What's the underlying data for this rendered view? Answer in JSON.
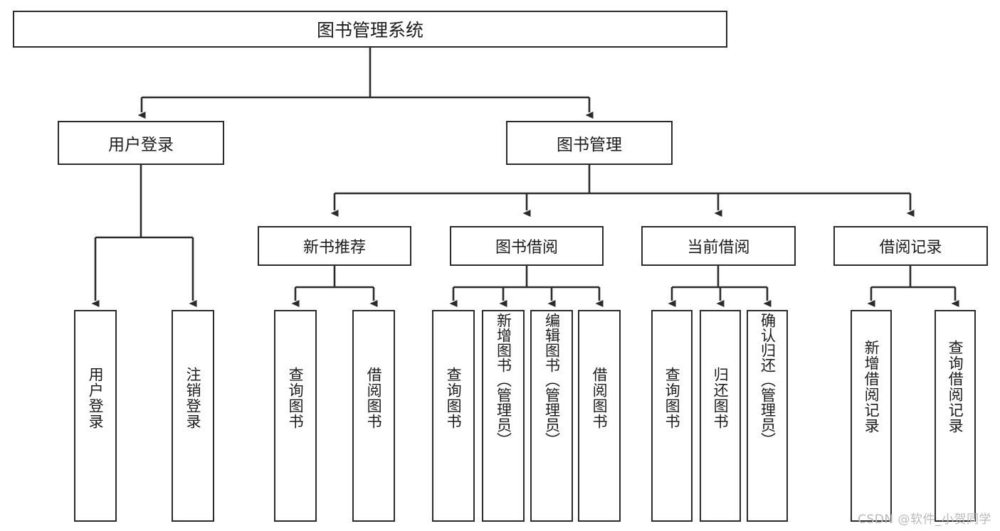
{
  "diagram": {
    "title": "图书管理系统",
    "type": "tree",
    "root": {
      "label": "图书管理系统"
    },
    "level2": [
      {
        "id": "user-login",
        "label": "用户登录"
      },
      {
        "id": "book-manage",
        "label": "图书管理"
      }
    ],
    "level3": [
      {
        "id": "new-book-rec",
        "label": "新书推荐"
      },
      {
        "id": "book-borrow",
        "label": "图书借阅"
      },
      {
        "id": "current-borrow",
        "label": "当前借阅"
      },
      {
        "id": "borrow-record",
        "label": "借阅记录"
      }
    ],
    "leaves": {
      "user_login": [
        {
          "id": "user-login-leaf",
          "label": "用户登录"
        },
        {
          "id": "user-logout-leaf",
          "label": "注销登录"
        }
      ],
      "new_book_rec": [
        {
          "id": "query-book-1",
          "label": "查询图书"
        },
        {
          "id": "borrow-book-1",
          "label": "借阅图书"
        }
      ],
      "book_borrow": [
        {
          "id": "query-book-2",
          "label": "查询图书"
        },
        {
          "id": "add-book-admin",
          "label": "新增图书（管理员）"
        },
        {
          "id": "edit-book-admin",
          "label": "编辑图书（管理员）"
        },
        {
          "id": "borrow-book-2",
          "label": "借阅图书"
        }
      ],
      "current_borrow": [
        {
          "id": "query-book-3",
          "label": "查询图书"
        },
        {
          "id": "return-book",
          "label": "归还图书"
        },
        {
          "id": "confirm-return-admin",
          "label": "确认归还（管理员）"
        }
      ],
      "borrow_record": [
        {
          "id": "add-borrow-record",
          "label": "新增借阅记录"
        },
        {
          "id": "query-borrow-record",
          "label": "查询借阅记录"
        }
      ]
    }
  },
  "watermark": {
    "text": "CSDN @软件_小贺同学"
  },
  "colors": {
    "stroke": "#2b2b2b",
    "background": "#ffffff",
    "text": "#1c1c1c",
    "watermark": "#b9b9b9"
  }
}
